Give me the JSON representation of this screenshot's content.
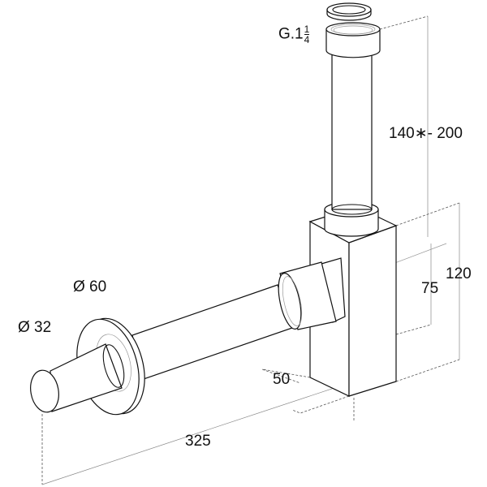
{
  "title": "Bottle trap technical drawing",
  "dimensions": {
    "thread_prefix": "G.1",
    "thread_num": "1",
    "thread_den": "4",
    "height_range": "140∗- 200",
    "box_height": "120",
    "outlet_height": "75",
    "rosette_diameter": "Ø 60",
    "pipe_diameter": "Ø 32",
    "box_width": "50",
    "length": "325"
  }
}
